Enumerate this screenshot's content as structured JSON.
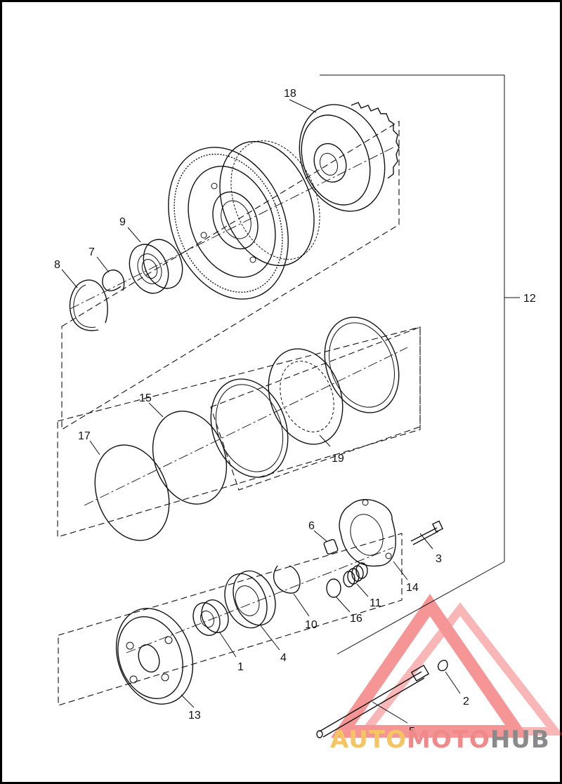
{
  "callouts": [
    {
      "id": "c1",
      "text": "1"
    },
    {
      "id": "c2",
      "text": "2"
    },
    {
      "id": "c3",
      "text": "3"
    },
    {
      "id": "c4",
      "text": "4"
    },
    {
      "id": "c5",
      "text": "5"
    },
    {
      "id": "c6",
      "text": "6"
    },
    {
      "id": "c7",
      "text": "7"
    },
    {
      "id": "c8",
      "text": "8"
    },
    {
      "id": "c9",
      "text": "9"
    },
    {
      "id": "c10",
      "text": "10"
    },
    {
      "id": "c11",
      "text": "11"
    },
    {
      "id": "c12",
      "text": "12"
    },
    {
      "id": "c13",
      "text": "13"
    },
    {
      "id": "c14",
      "text": "14"
    },
    {
      "id": "c15",
      "text": "15"
    },
    {
      "id": "c16",
      "text": "16"
    },
    {
      "id": "c17",
      "text": "17"
    },
    {
      "id": "c18",
      "text": "18"
    },
    {
      "id": "c19",
      "text": "19"
    }
  ],
  "watermark": {
    "part1": "AUTO",
    "part2": "MOTO",
    "part3": "HUB",
    "colors": {
      "auto": "#f5c563",
      "moto": "#f08a8a",
      "hub": "#8a8a8a",
      "triangle": "#f04040"
    }
  },
  "colors": {
    "line": "#111111",
    "background": "#ffffff",
    "frame": "#000000"
  }
}
